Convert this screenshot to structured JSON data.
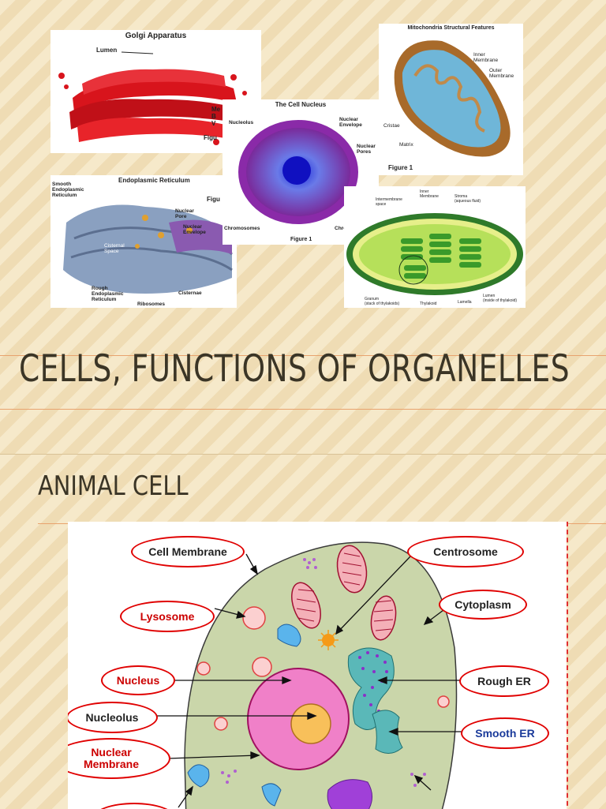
{
  "slide1": {
    "title": "CELLS, FUNCTIONS OF ORGANELLES",
    "golgi": {
      "title": "Golgi Apparatus",
      "lumen": "Lumen",
      "label_cut": "Me\nB\nV",
      "figure": "Figu"
    },
    "nucleus": {
      "title": "The Cell Nucleus",
      "nucleolus": "Nucleolus",
      "envelope": "Nuclear\nEnvelope",
      "pores": "Nuclear\nPores",
      "chromosomes": "Chromosomes",
      "chromatin": "Chromatin",
      "figure": "Figure 1"
    },
    "mito": {
      "title": "Mitochondria Structural Features",
      "inner": "Inner\nMembrane",
      "outer": "Outer\nMembrane",
      "cristae": "Cristae",
      "matrix": "Matrix",
      "figure": "Figure 1"
    },
    "er": {
      "title": "Endoplasmic Reticulum",
      "smooth": "Smooth\nEndoplasmic\nReticulum",
      "pore": "Nuclear\nPore",
      "envelope": "Nuclear\nEnvelope",
      "cisternal": "Cisternal\nSpace",
      "rough": "Rough\nEndoplasmic\nReticulum",
      "cisternae": "Cisternae",
      "ribosomes": "Ribosomes",
      "figure": "Figu"
    },
    "chloro": {
      "intermembrane": "Intermembrane\nspace",
      "inner": "Inner\nMembrane",
      "stroma": "Stroma\n(aqueous fluid)",
      "granum": "Granum\n(stack of thylakoids)",
      "thylakoid": "Thylakoid",
      "lamella": "Lamella",
      "lumen": "Lumen\n(inside of thylakoid)"
    }
  },
  "slide2": {
    "title": "ANIMAL CELL",
    "labels": {
      "cell_membrane": "Cell Membrane",
      "centrosome": "Centrosome",
      "lysosome": "Lysosome",
      "cytoplasm": "Cytoplasm",
      "nucleus": "Nucleus",
      "rough_er": "Rough ER",
      "nucleolus": "Nucleolus",
      "smooth_er": "Smooth ER",
      "nuclear_membrane": "Nuclear\nMembrane"
    }
  },
  "colors": {
    "accent": "#e8a36e",
    "label_border": "#e00000",
    "title": "#3b3526"
  }
}
